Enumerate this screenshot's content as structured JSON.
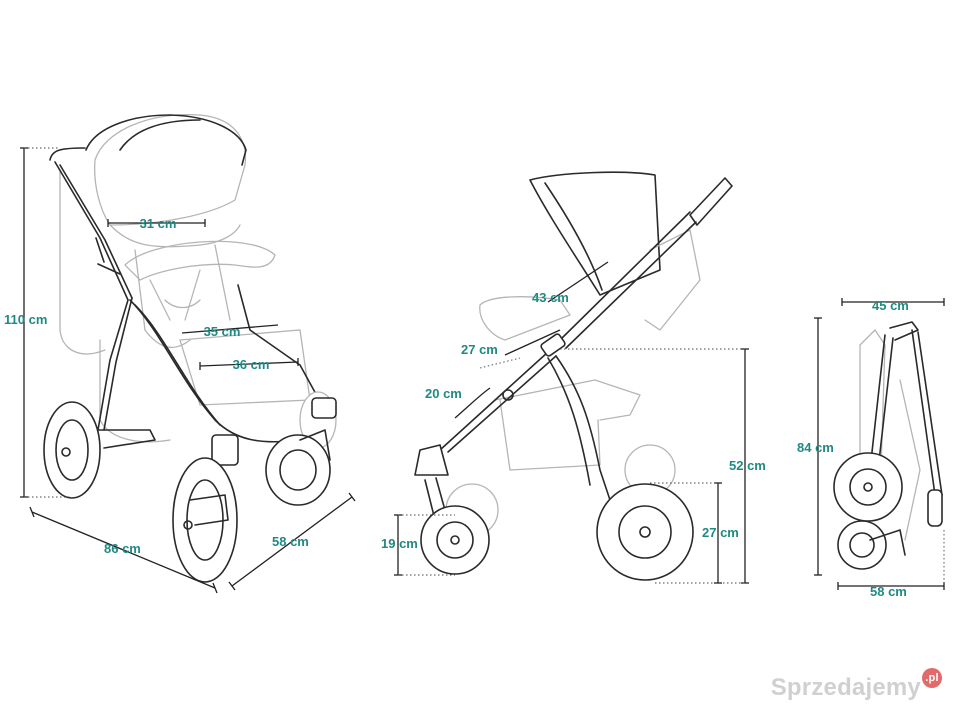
{
  "dimensions": {
    "front_seat_width": "31 cm",
    "front_footrest_width": "35 cm",
    "front_seat_depth": "36 cm",
    "front_height": "110 cm",
    "front_length": "86 cm",
    "front_width": "58 cm",
    "side_backrest": "43 cm",
    "side_seat": "27 cm",
    "side_footrest": "20 cm",
    "side_handle_height": "52 cm",
    "side_rear_wheel": "27 cm",
    "side_front_wheel": "19 cm",
    "folded_width": "45 cm",
    "folded_height": "84 cm",
    "folded_length": "58 cm"
  },
  "watermark": {
    "text": "Sprzedajemy",
    "badge": ".pl"
  },
  "colors": {
    "label": "#1f8a83",
    "outline_dark": "#2a2a2a",
    "outline_light": "#b5b5b5",
    "watermark": "#d0d0d0",
    "badge": "#e26a6a"
  }
}
